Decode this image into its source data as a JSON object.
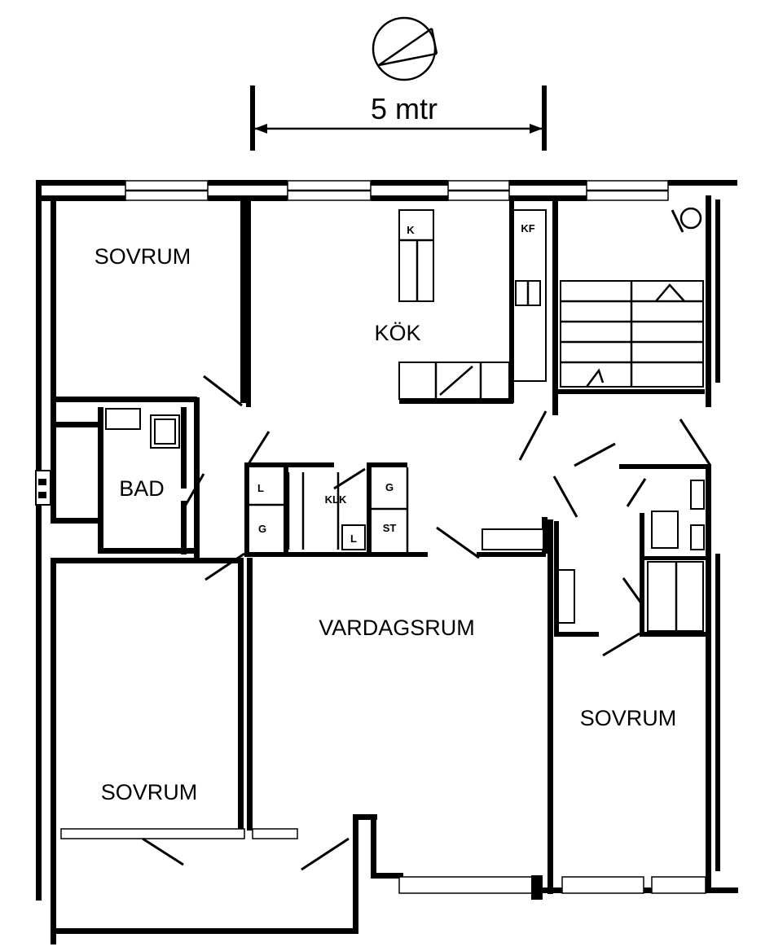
{
  "scale": {
    "label": "5 mtr"
  },
  "rooms": {
    "sovrum_top_left": "SOVRUM",
    "kok": "KÖK",
    "bad": "BAD",
    "vardagsrum": "VARDAGSRUM",
    "sovrum_right": "SOVRUM",
    "sovrum_bottom_left": "SOVRUM"
  },
  "fixtures": {
    "k": "K",
    "kf": "KF",
    "klk": "KLK",
    "l1": "L",
    "l2": "L",
    "g1": "G",
    "g2": "G",
    "st": "ST"
  }
}
